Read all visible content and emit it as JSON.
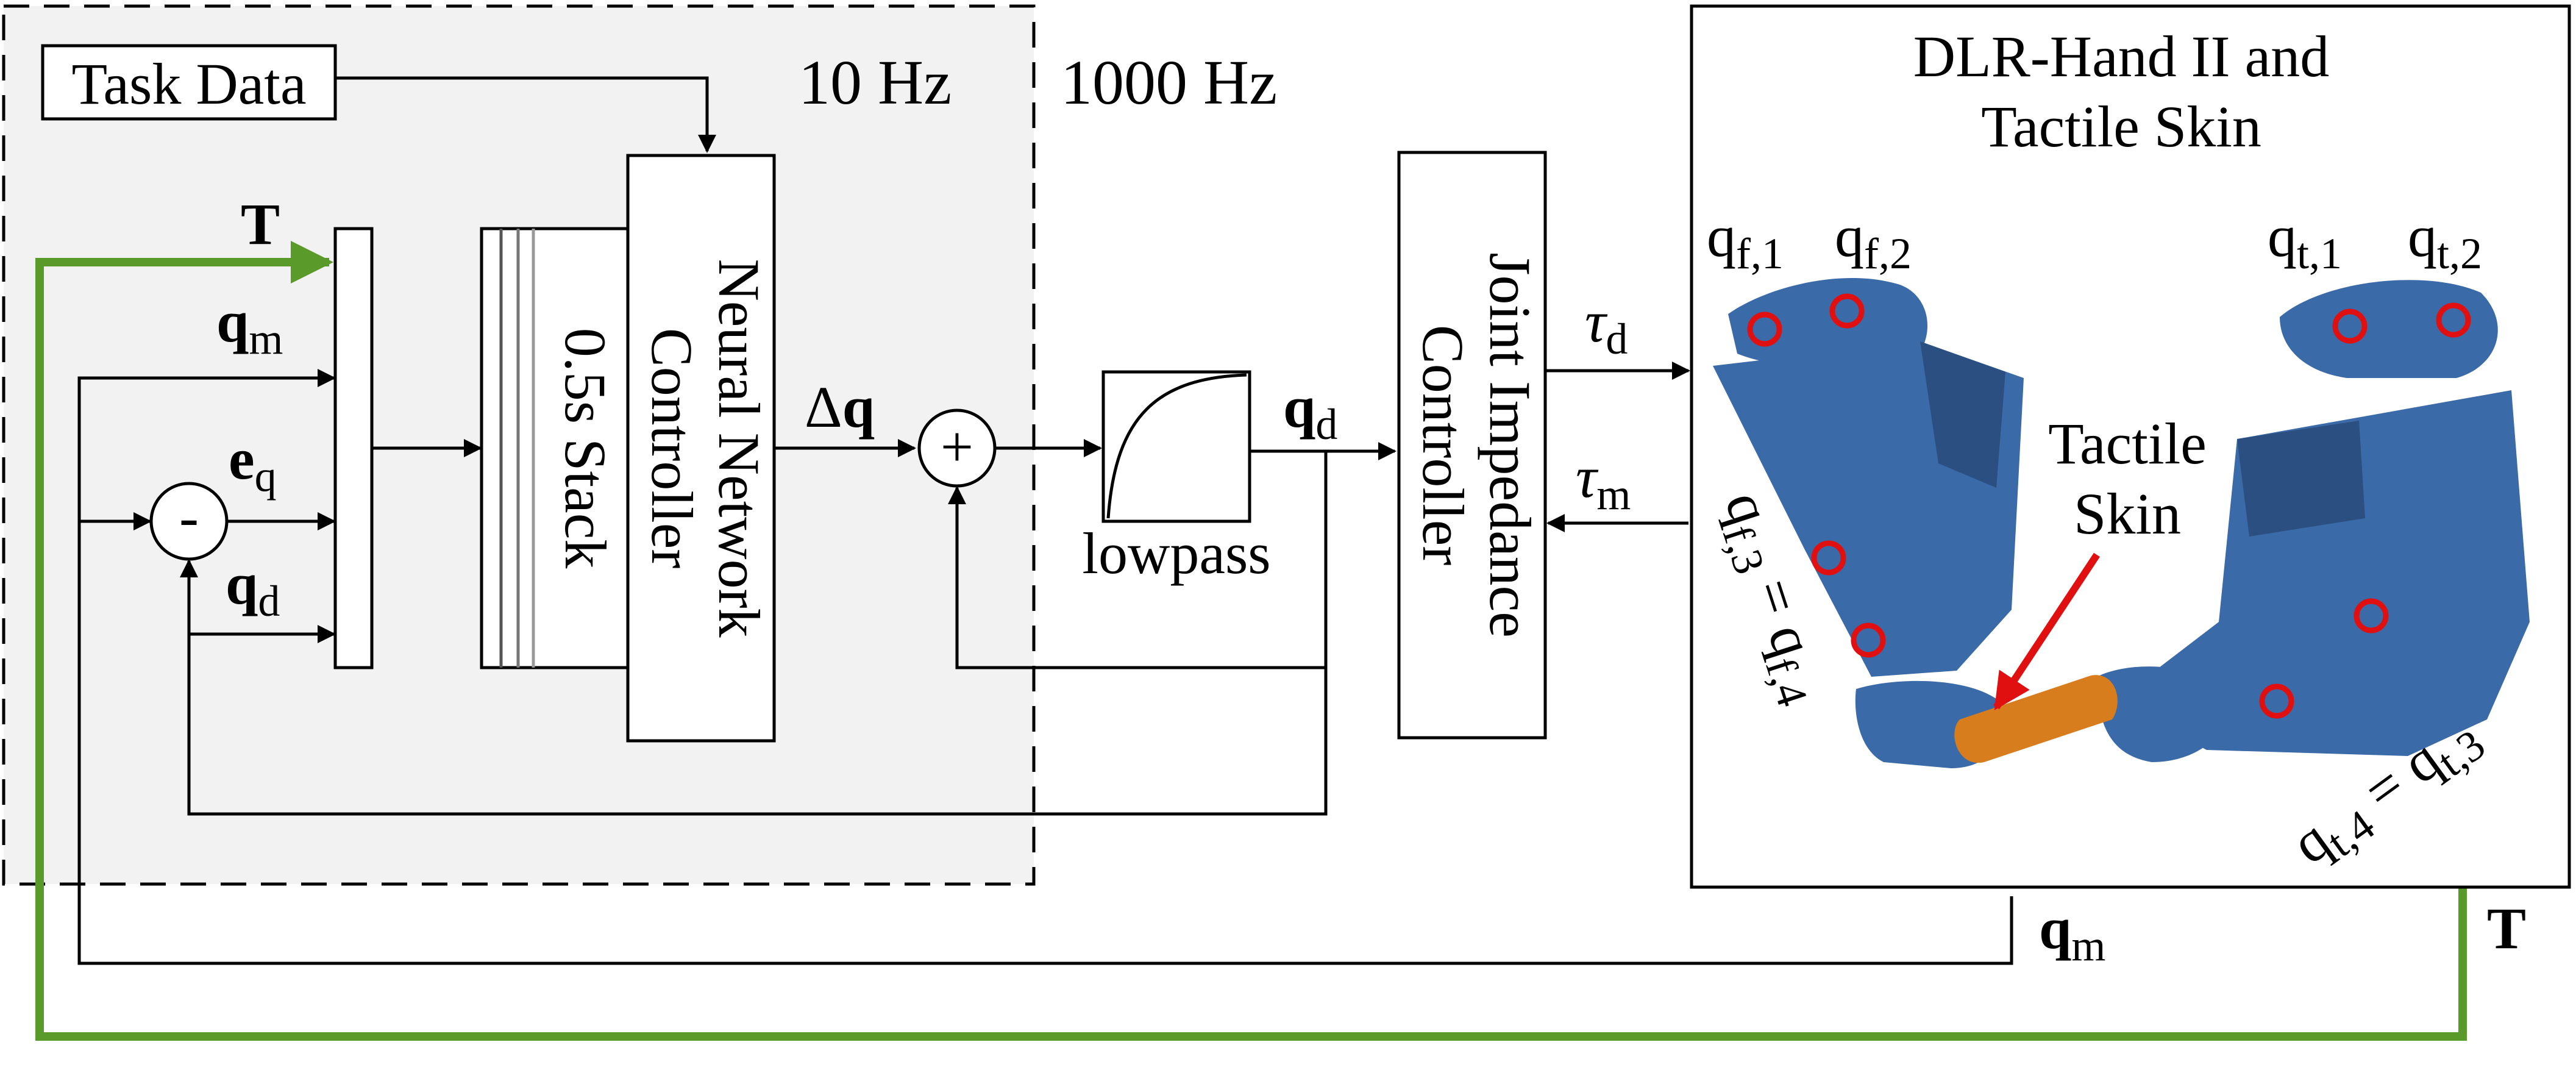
{
  "rates": {
    "slow": "10 Hz",
    "fast": "1000 Hz"
  },
  "blocks": {
    "task_data": "Task Data",
    "stack": "0.5s Stack",
    "nn_line1": "Neural Network",
    "nn_line2": "Controller",
    "lowpass": "lowpass",
    "joint_line1": "Joint Impedance",
    "joint_line2": "Controller",
    "hand_line1": "DLR-Hand II and",
    "hand_line2": "Tactile Skin"
  },
  "signals": {
    "T_in": "T",
    "qm_in_base": "q",
    "qm_in_sub": "m",
    "eq_base": "e",
    "eq_sub": "q",
    "qd_in_base": "q",
    "qd_in_sub": "d",
    "minus": "-",
    "plus": "+",
    "delta_q_delta": "Δ",
    "delta_q_q": "q",
    "qd_out_base": "q",
    "qd_out_sub": "d",
    "tau_d_base": "τ",
    "tau_d_sub": "d",
    "tau_m_base": "τ",
    "tau_m_sub": "m",
    "qm_out_base": "q",
    "qm_out_sub": "m",
    "T_out": "T"
  },
  "hand": {
    "tactile_line1": "Tactile",
    "tactile_line2": "Skin",
    "qf1_base": "q",
    "qf1_sub": "f,1",
    "qf2_base": "q",
    "qf2_sub": "f,2",
    "qt1_base": "q",
    "qt1_sub": "t,1",
    "qt2_base": "q",
    "qt2_sub": "t,2",
    "finger_coupling": {
      "a": "q",
      "a_sub": "f,3",
      "eq": " = ",
      "b": "q",
      "b_sub": "f,4"
    },
    "thumb_coupling": {
      "a": "q",
      "a_sub": "t,4",
      "eq": " = ",
      "b": "q",
      "b_sub": "t,3"
    }
  },
  "colors": {
    "feedback_T": "#5a9a2a",
    "shaded_region": "#f2f2f2",
    "hand": "#3b6aa8",
    "hand_dark": "#2a4f80",
    "tactile_skin": "#d87d1e",
    "joint_marker": "#e01010",
    "pointer_arrow": "#e01010"
  },
  "icons": [
    "lowpass-curve-icon",
    "sum-junction-icon",
    "subtract-junction-icon",
    "red-arrow-icon",
    "joint-circle-icon"
  ]
}
